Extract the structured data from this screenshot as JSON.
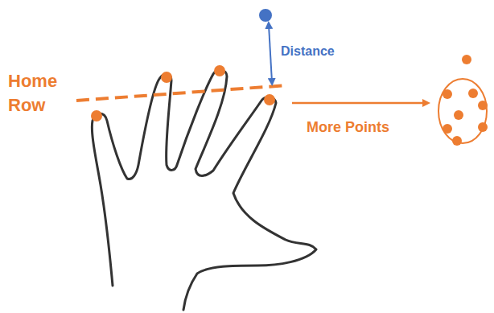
{
  "diagram": {
    "labels": [
      "Home Row",
      "Distance",
      "More Points"
    ]
  }
}
